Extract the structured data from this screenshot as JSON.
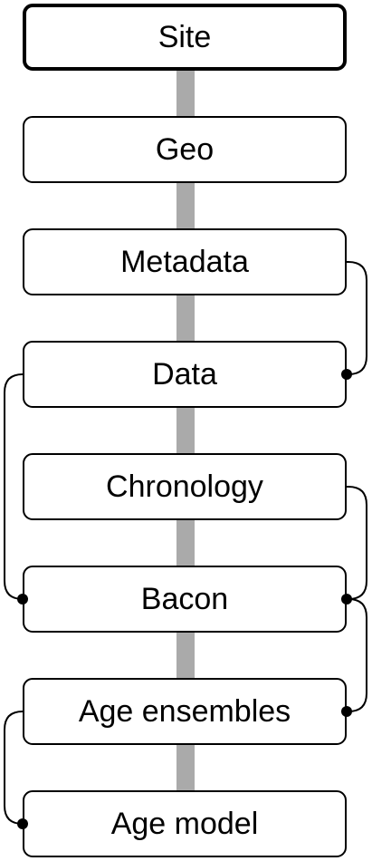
{
  "diagram": {
    "nodes": [
      {
        "id": "site",
        "label": "Site"
      },
      {
        "id": "geo",
        "label": "Geo"
      },
      {
        "id": "metadata",
        "label": "Metadata"
      },
      {
        "id": "data",
        "label": "Data"
      },
      {
        "id": "chronology",
        "label": "Chronology"
      },
      {
        "id": "bacon",
        "label": "Bacon"
      },
      {
        "id": "age-ensembles",
        "label": "Age ensembles"
      },
      {
        "id": "age-model",
        "label": "Age model"
      }
    ],
    "spine_color": "#aaaaaa",
    "links": [
      {
        "from": "metadata",
        "to": "data",
        "side": "right"
      },
      {
        "from": "data",
        "to": "bacon",
        "side": "left"
      },
      {
        "from": "chronology",
        "to": "bacon",
        "side": "right"
      },
      {
        "from": "bacon",
        "to": "age-ensembles",
        "side": "right"
      },
      {
        "from": "age-ensembles",
        "to": "age-model",
        "side": "left"
      }
    ]
  }
}
